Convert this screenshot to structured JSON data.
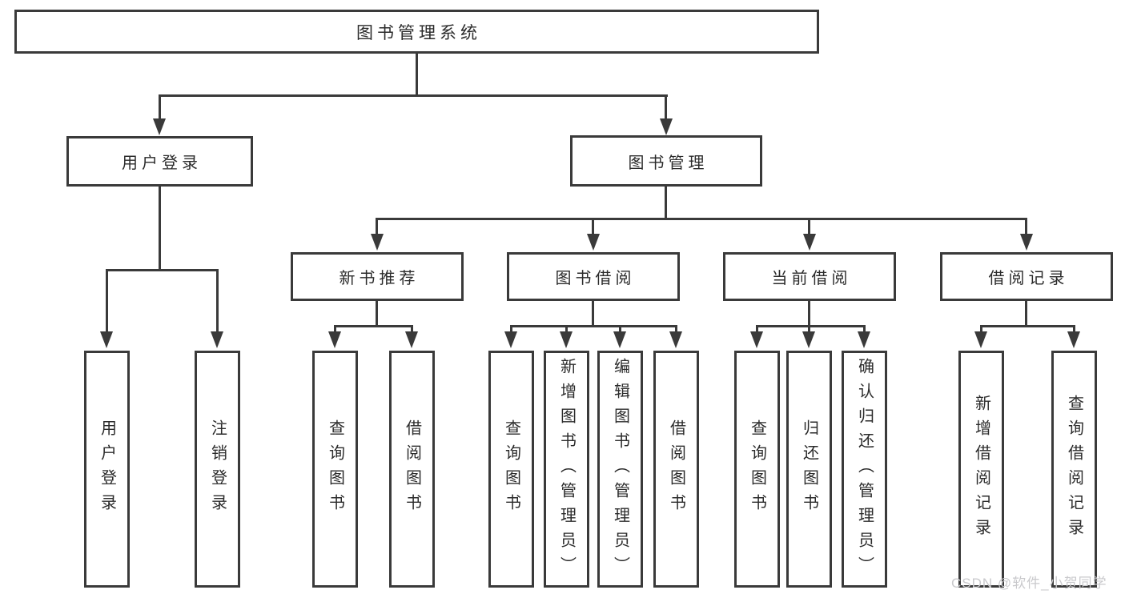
{
  "diagram": {
    "root": {
      "label": "图书管理系统"
    },
    "branches": [
      {
        "label": "用户登录",
        "children": [
          {
            "label": "用户登录"
          },
          {
            "label": "注销登录"
          }
        ]
      },
      {
        "label": "图书管理",
        "children": [
          {
            "label": "新书推荐",
            "children": [
              {
                "label": "查询图书"
              },
              {
                "label": "借阅图书"
              }
            ]
          },
          {
            "label": "图书借阅",
            "children": [
              {
                "label": "查询图书"
              },
              {
                "label": "新增图书（管理员）"
              },
              {
                "label": "编辑图书（管理员）"
              },
              {
                "label": "借阅图书"
              }
            ]
          },
          {
            "label": "当前借阅",
            "children": [
              {
                "label": "查询图书"
              },
              {
                "label": "归还图书"
              },
              {
                "label": "确认归还（管理员）"
              }
            ]
          },
          {
            "label": "借阅记录",
            "children": [
              {
                "label": "新增借阅记录"
              },
              {
                "label": "查询借阅记录"
              }
            ]
          }
        ]
      }
    ]
  },
  "watermark": {
    "text": "CSDN @软件_小贺同学"
  },
  "colors": {
    "line": "#3a3a3a",
    "text": "#2b2b2b",
    "watermark": "#c9c9cc",
    "background": "#ffffff"
  }
}
